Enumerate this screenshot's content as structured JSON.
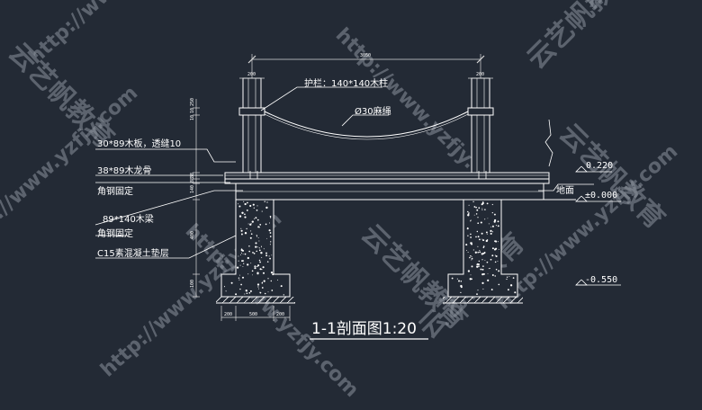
{
  "drawing": {
    "title": "1-1剖面图1:20",
    "colors": {
      "background": "#232a35",
      "lines": "#ffffff",
      "dimension": "#d9d9d9",
      "watermark": "#8c939d"
    },
    "labels": {
      "railing": "护栏：140*140木柱",
      "rope": "Ø30麻绳",
      "deck_board": "30*89木板，透缝10",
      "keel": "38*89木龙骨",
      "angle_steel_1": "角钢固定",
      "beam": "89*140木梁",
      "angle_steel_2": "角钢固定",
      "cushion": "C15素混凝土垫层",
      "ground": "地面"
    },
    "elevations": {
      "deck_top": "0.220",
      "ground": "±0.000",
      "footing_bottom": "-0.550"
    },
    "dimensions": {
      "span_top": "3050",
      "post_width_left": "200",
      "post_width_right": "200",
      "footing_left": "200",
      "footing_mid": "500",
      "footing_right": "200",
      "vertical": [
        "250",
        "10",
        "10",
        "38",
        "88",
        "140",
        "400",
        "100"
      ]
    },
    "watermarks": {
      "brand_cn": "云艺帆教育",
      "url": "http://www.yzfjy.com"
    }
  }
}
